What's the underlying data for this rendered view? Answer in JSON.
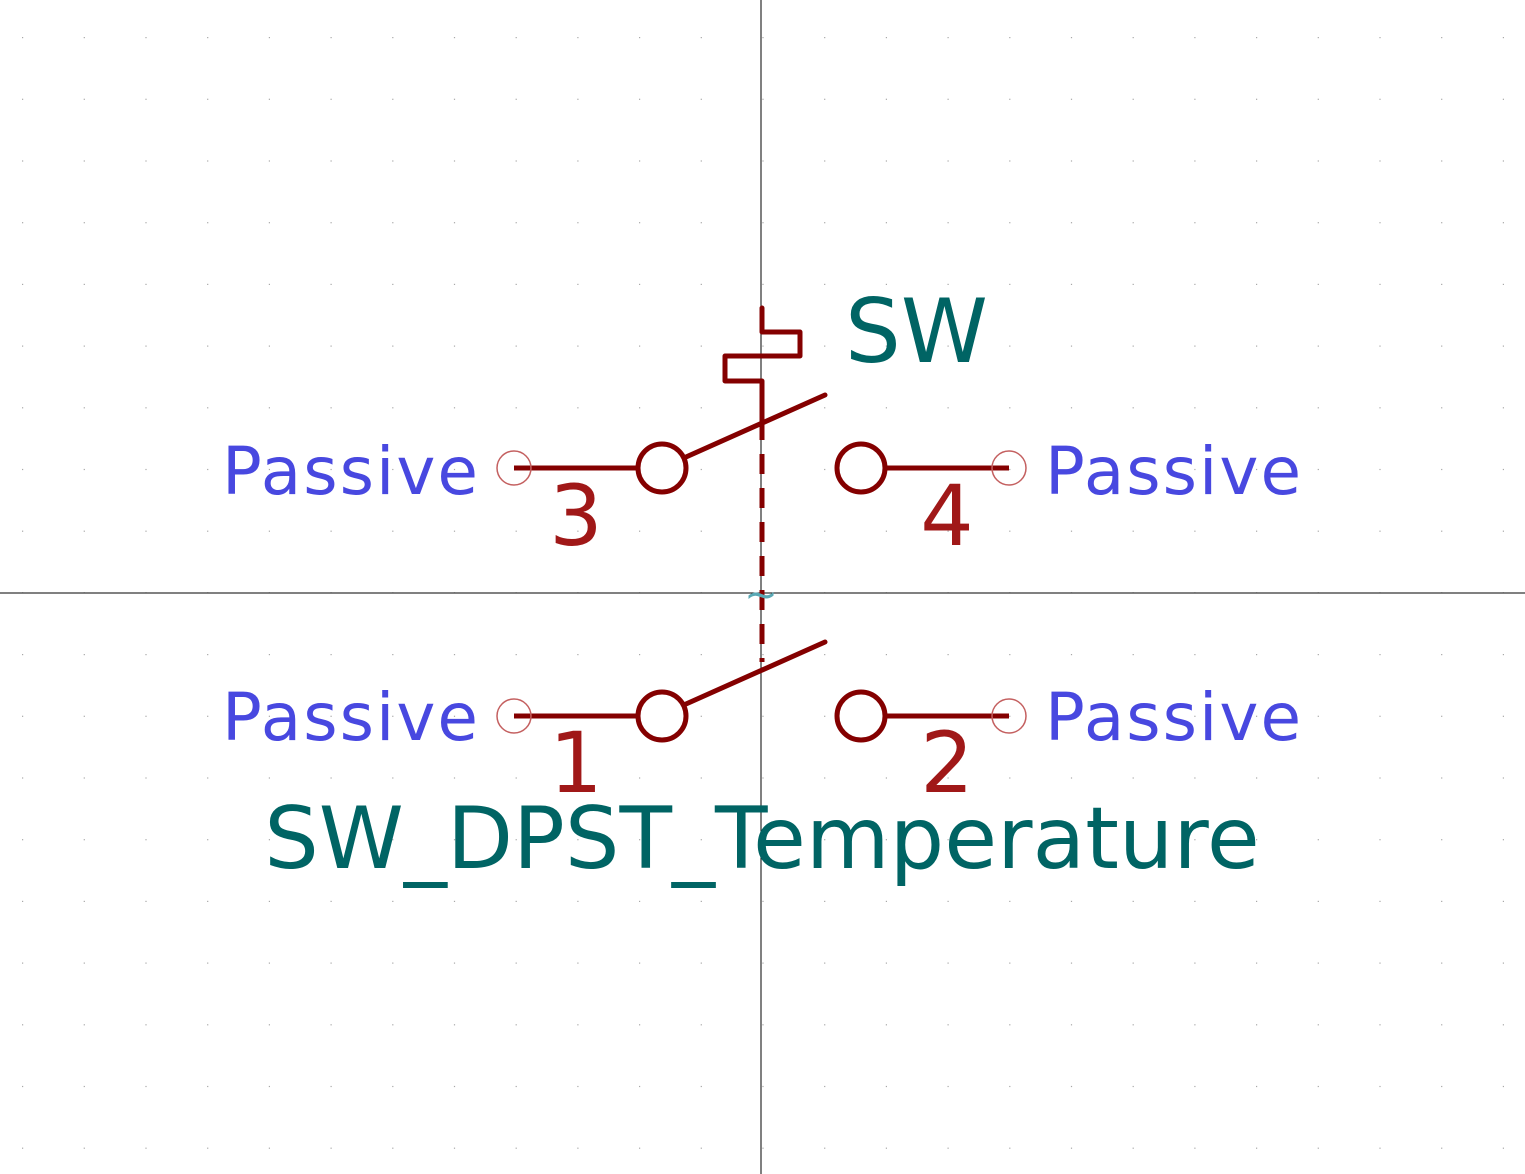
{
  "symbol": {
    "reference": "SW",
    "value": "SW_DPST_Temperature",
    "anchor_glyph": "~"
  },
  "pins": [
    {
      "number": "3",
      "type": "Passive",
      "side": "left",
      "row": "top"
    },
    {
      "number": "4",
      "type": "Passive",
      "side": "right",
      "row": "top"
    },
    {
      "number": "1",
      "type": "Passive",
      "side": "left",
      "row": "bottom"
    },
    {
      "number": "2",
      "type": "Passive",
      "side": "right",
      "row": "bottom"
    }
  ],
  "colors": {
    "body": "#840000",
    "pin_type": "#4848e0",
    "pin_number": "#a01818",
    "field_text": "#006464",
    "axis": "#000000",
    "background": "#ffffff"
  }
}
